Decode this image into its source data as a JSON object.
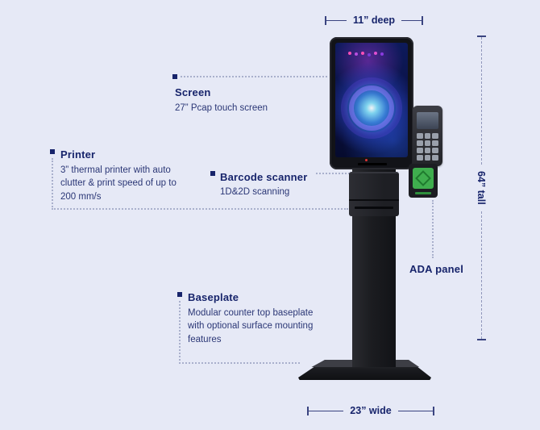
{
  "dimensions": {
    "depth": "11” deep",
    "height": "64” tall",
    "width": "23” wide"
  },
  "labels": {
    "screen": {
      "title": "Screen",
      "desc": "27” Pcap touch screen"
    },
    "printer": {
      "title": "Printer",
      "desc": "3” thermal printer with auto clutter & print speed of up to 200 mm/s"
    },
    "barcode": {
      "title": "Barcode scanner",
      "desc": "1D&2D scanning"
    },
    "ada": {
      "title": "ADA panel"
    },
    "baseplate": {
      "title": "Baseplate",
      "desc": "Modular counter top baseplate with optional surface mounting features"
    }
  },
  "colors": {
    "background": "#e6e9f6",
    "heading_text": "#17246b",
    "body_text": "#2b3776",
    "kiosk_black": "#17181c",
    "ada_green": "#3fae4e",
    "leader_gray": "#a9b0cc"
  }
}
